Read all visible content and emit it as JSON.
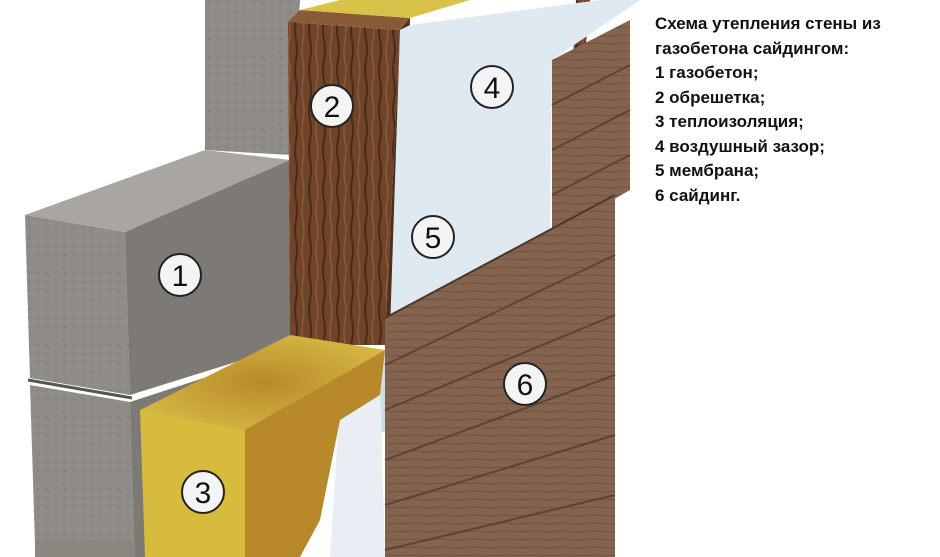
{
  "legend": {
    "title_line1": "Схема утепления стены из",
    "title_line2": "газобетона сайдингом:",
    "items": [
      "1 газобетон;",
      "2 обрешетка;",
      "3 теплоизоляция;",
      "4 воздушный зазор;",
      "5 мембрана;",
      "6 сайдинг."
    ]
  },
  "markers": [
    "1",
    "2",
    "3",
    "4",
    "5",
    "6"
  ],
  "colors": {
    "concrete": "#8f8b86",
    "wood": "#6e4326",
    "insulation": "#d2b63a",
    "membrane": "#dbe7f0",
    "siding": "#80604a"
  }
}
